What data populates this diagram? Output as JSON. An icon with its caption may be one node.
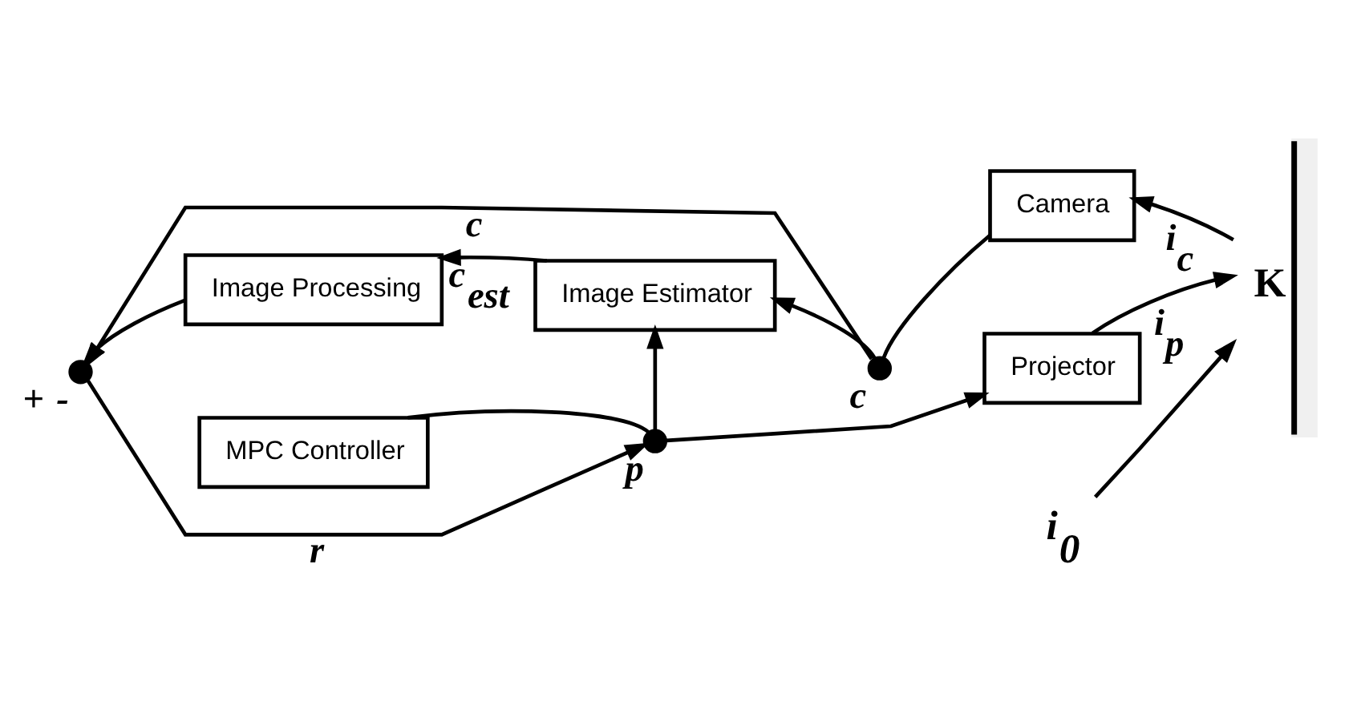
{
  "diagram": {
    "nodes": [
      {
        "text": [
          "MPC Controller"
        ]
      },
      {
        "text": [],
        "shape": "circle",
        "beside": [
          "p"
        ]
      },
      {
        "text": [
          "Projector"
        ]
      },
      {
        "text": [
          "K"
        ]
      },
      {
        "text": [
          "i$_{0}$"
        ]
      },
      {
        "text": [
          "Camera"
        ]
      },
      {
        "text": [],
        "shape": "circle",
        "beside": [
          "c"
        ]
      },
      {
        "text": [
          "Image Estimator"
        ]
      },
      {
        "text": [
          "Image Processing"
        ]
      },
      {
        "text": [],
        "shape": "circle",
        "beside": [
          "+",
          "-"
        ]
      }
    ],
    "edges": [
      {
        "from": 0,
        "to": 1,
        "arrow": "none"
      },
      {
        "from": 1,
        "to": 2,
        "arrow": "to"
      },
      {
        "from": 1,
        "to": 7,
        "arrow": "to"
      },
      {
        "from": 2,
        "to": 3,
        "arrow": "to",
        "label": "i$_{p}$"
      },
      {
        "from": 4,
        "to": 3,
        "arrow": "to"
      },
      {
        "from": 3,
        "to": 5,
        "arrow": "to",
        "label": "i$_{c}$"
      },
      {
        "from": 5,
        "to": 6,
        "arrow": "none"
      },
      {
        "from": 6,
        "to": 7,
        "arrow": "to"
      },
      {
        "from": 7,
        "to": 8,
        "arrow": "to",
        "label": "c$_{est}$"
      },
      {
        "from": 8,
        "to": 9,
        "arrow": "to"
      },
      {
        "from": 6,
        "to": 9,
        "arrow": "to",
        "label": "c"
      },
      {
        "from": 9,
        "to": 1,
        "arrow": "to",
        "label": "r"
      }
    ]
  }
}
